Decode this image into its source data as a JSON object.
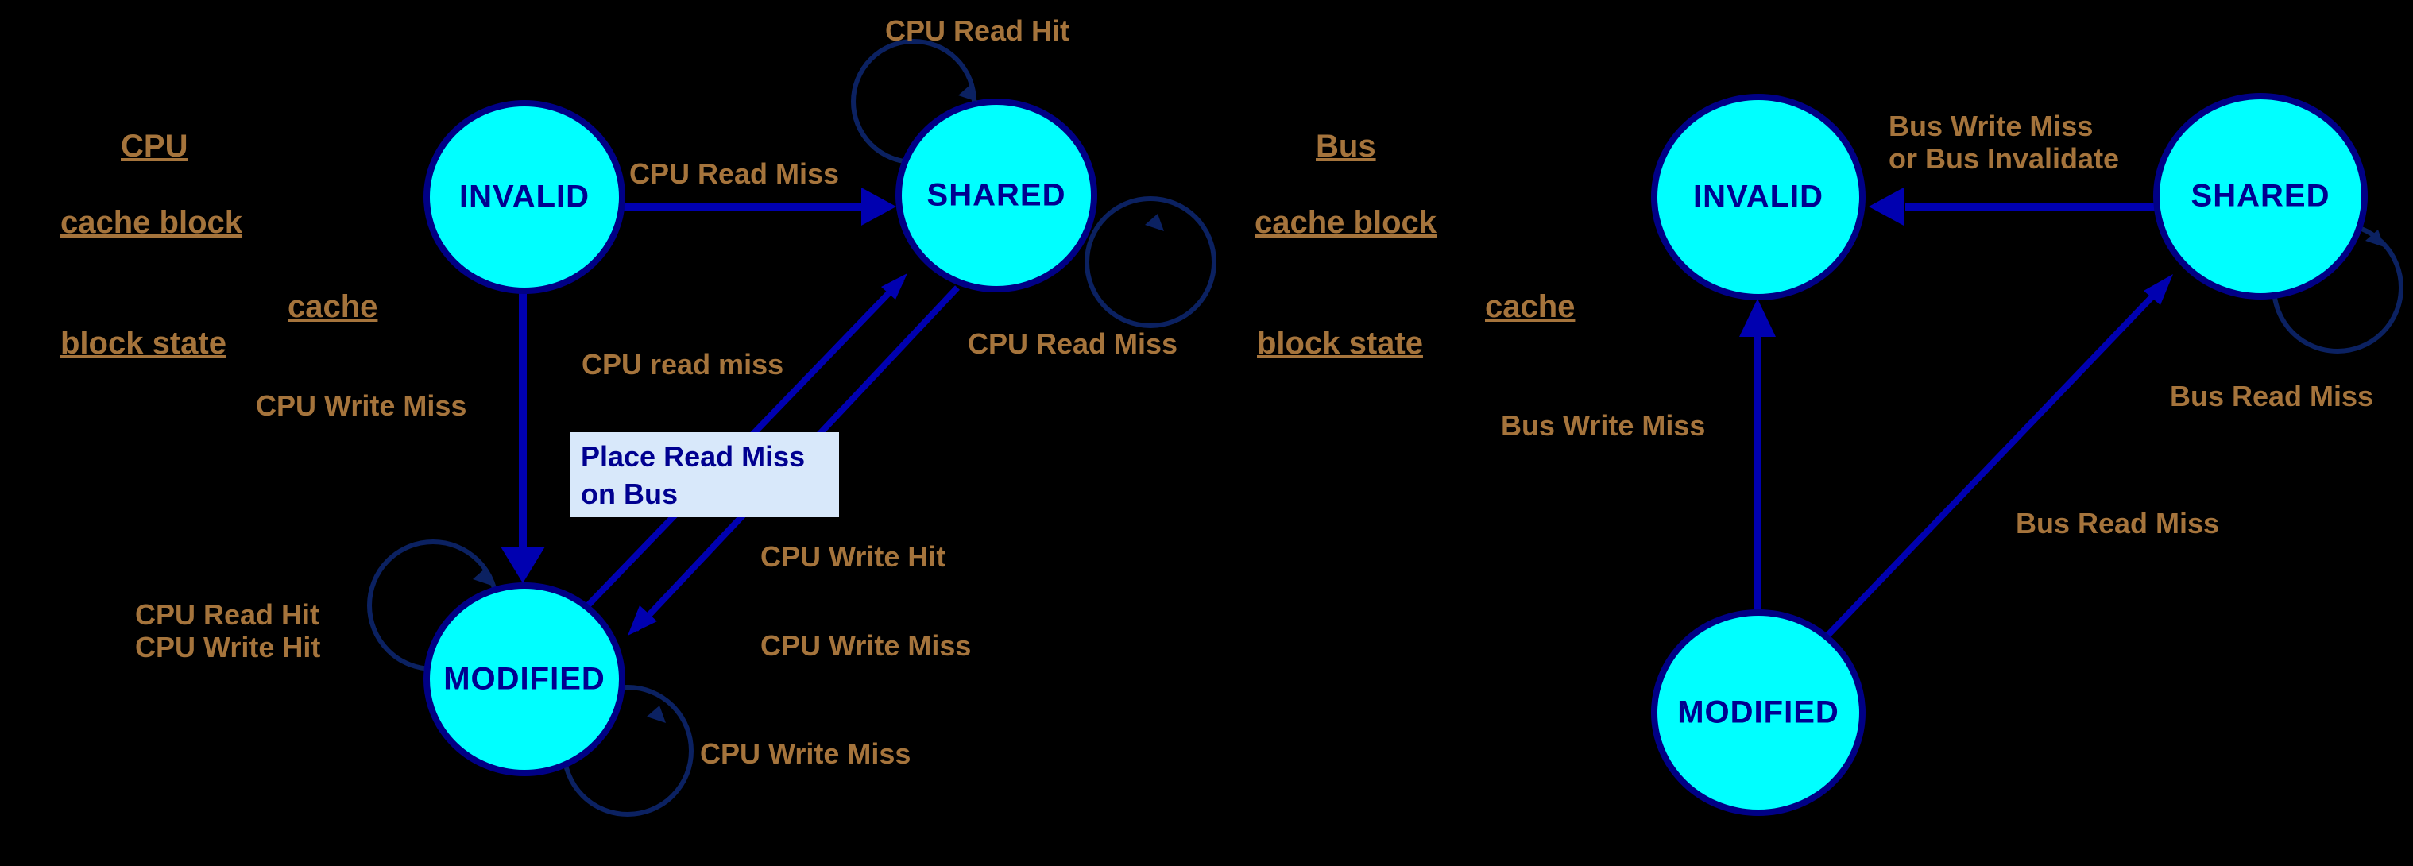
{
  "colors": {
    "background": "#000000",
    "node_fill": "#00ffff",
    "node_border": "#000085",
    "state_text": "#000090",
    "label_brown": "#a5743c",
    "arrow_blue": "#0000b0",
    "loop_blue": "#0b2161",
    "action_box_bg": "#d8e8fa",
    "action_box_text": "#000090"
  },
  "left": {
    "headers": {
      "line1": "CPU",
      "line2": "cache block",
      "line3": "cache",
      "line4": "block state"
    },
    "states": {
      "invalid": "INVALID",
      "shared": "SHARED",
      "modified": "MODIFIED"
    },
    "labels": {
      "invalid_to_shared": "CPU Read Miss",
      "shared_self_top": "CPU Read Hit",
      "shared_self_right": "CPU Read Miss",
      "modified_to_shared": "CPU read miss",
      "invalid_to_modified": "CPU Write Miss",
      "shared_to_modified_hit": "CPU Write Hit",
      "shared_to_modified_miss": "CPU Write Miss",
      "modified_self_bottom": "CPU Write Miss",
      "modified_self_left_line1": "CPU Read Hit",
      "modified_self_left_line2": "CPU Write Hit"
    },
    "action_box": {
      "line1": "Place Read Miss",
      "line2": "on Bus"
    }
  },
  "right": {
    "headers": {
      "line1": "Bus",
      "line2": "cache block",
      "line3": "cache",
      "line4": "block state"
    },
    "states": {
      "invalid": "INVALID",
      "shared": "SHARED",
      "modified": "MODIFIED"
    },
    "labels": {
      "shared_to_invalid_line1": "Bus Write Miss",
      "shared_to_invalid_line2": "or Bus Invalidate",
      "modified_to_invalid": "Bus Write Miss",
      "shared_self_loop": "Bus Read Miss",
      "modified_to_shared": "Bus Read Miss"
    }
  }
}
